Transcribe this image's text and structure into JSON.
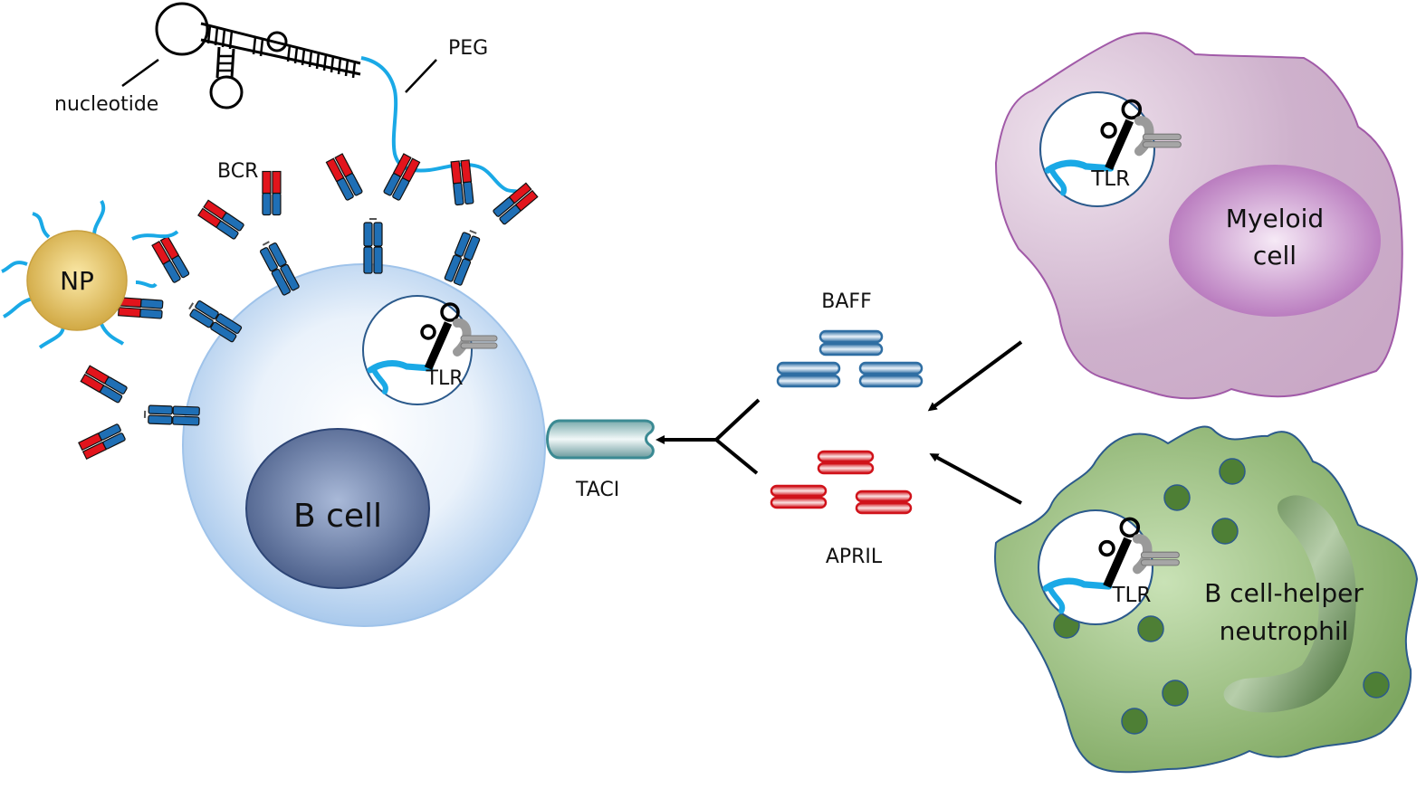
{
  "figure": {
    "labels": {
      "nucleotide": "nucleotide",
      "peg": "PEG",
      "bcr": "BCR",
      "np": "NP",
      "b_cell": "B cell",
      "tlr": "TLR",
      "taci": "TACI",
      "baff": "BAFF",
      "april": "APRIL",
      "myeloid_line1": "Myeloid",
      "myeloid_line2": "cell",
      "neutrophil_line1": "B cell-helper",
      "neutrophil_line2": "neutrophil"
    },
    "colors": {
      "peg_blue": "#1aa9e6",
      "antibody_blue": "#1f6fb5",
      "antibody_red": "#e2141c",
      "np_gold": "#d9b24a",
      "b_cell_membrane": "#9fc3ea",
      "b_cell_nucleus": "#4a5f8c",
      "taci_teal": "#6fa3a6",
      "baff_blue": "#2f6ea3",
      "april_red": "#d0121a",
      "myeloid_purple": "#cfb1cc",
      "myeloid_nucleus": "#b270b8",
      "neutrophil_green": "#87b06a",
      "granule_green": "#4e7f35",
      "tlr_gray": "#9a9a9a"
    }
  }
}
